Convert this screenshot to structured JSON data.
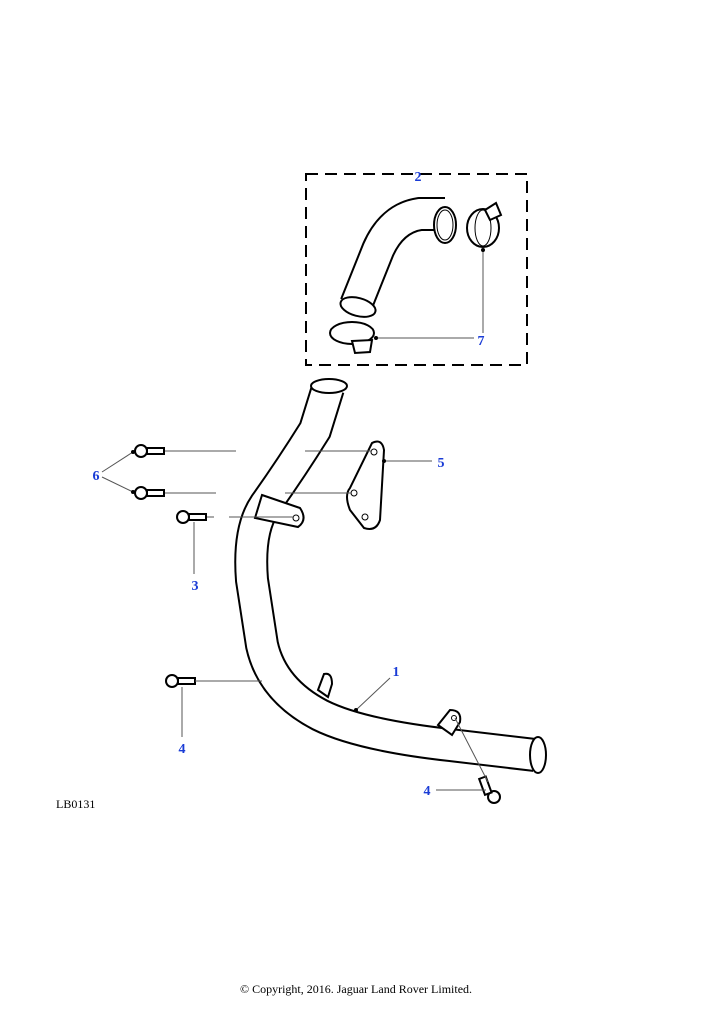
{
  "diagram": {
    "reference": "LB0131",
    "copyright": "© Copyright, 2016. Jaguar Land Rover Limited.",
    "callouts": {
      "c1": "1",
      "c2": "2",
      "c3": "3",
      "c4a": "4",
      "c4b": "4",
      "c5": "5",
      "c6": "6",
      "c7": "7"
    }
  }
}
